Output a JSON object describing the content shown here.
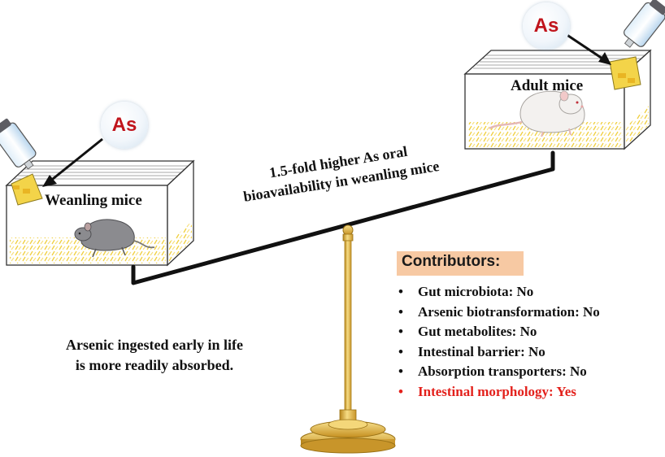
{
  "agent_label": "As",
  "groups": {
    "weanling": "Weanling mice",
    "adult": "Adult mice"
  },
  "claim": {
    "line1": "1.5-fold higher As oral",
    "line2": "bioavailability in weanling mice"
  },
  "summary": {
    "line1": "Arsenic ingested early in life",
    "line2": "is more readily absorbed."
  },
  "contributors": {
    "title": "Contributors:",
    "items": [
      {
        "text": "Gut microbiota: No"
      },
      {
        "text": "Arsenic biotransformation: No"
      },
      {
        "text": "Gut metabolites: No"
      },
      {
        "text": "Intestinal barrier: No"
      },
      {
        "text": "Absorption transporters: No"
      },
      {
        "text": "Intestinal morphology: Yes"
      }
    ],
    "highlight_color": "#e3211c",
    "header_bg": "#f7c9a3"
  },
  "colors": {
    "agent_text": "#c0141c",
    "balance_gold": "#e6b93a",
    "bedding": "#f2d35a"
  },
  "icons": [
    "water-bottle-icon",
    "grey-mouse-icon",
    "white-mouse-icon",
    "balance-scale-icon",
    "arrow-icon"
  ]
}
